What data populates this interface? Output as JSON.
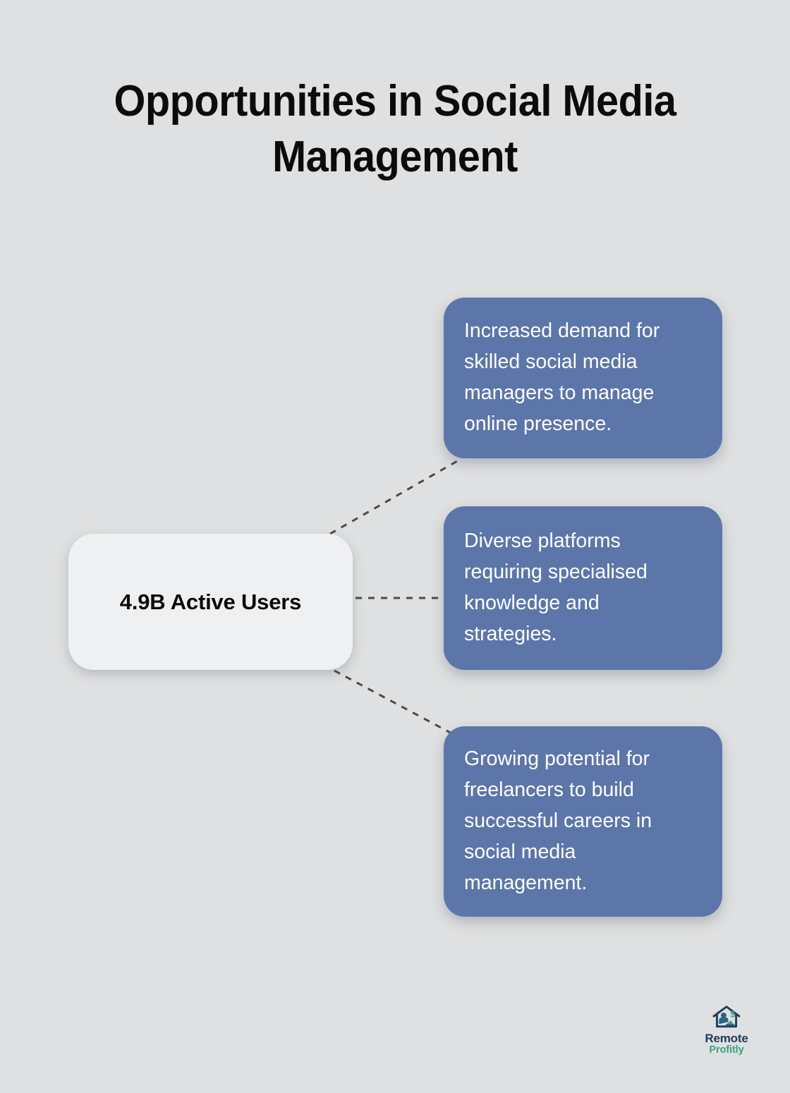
{
  "page": {
    "title_line_1": "Opportunities in Social Media",
    "title_line_2": "Management",
    "background_color": "#dfe0e1"
  },
  "center_node": {
    "label": "4.9B Active Users",
    "background_color": "#eff0f2",
    "text_color": "#0a0a0a"
  },
  "branches": [
    {
      "text": "Increased demand for skilled social media managers to manage online presence.",
      "background_color": "#5d76a9",
      "text_color": "#ffffff"
    },
    {
      "text": "Diverse platforms requiring specialised knowledge and strategies.",
      "background_color": "#5d76a9",
      "text_color": "#ffffff"
    },
    {
      "text": "Growing potential for freelancers to build successful careers in social media management.",
      "background_color": "#5d76a9",
      "text_color": "#ffffff"
    }
  ],
  "connectors": {
    "style": "dashed",
    "color": "#4a4a4a",
    "width": 3
  },
  "logo": {
    "icon": "house-laptop-dollar-icon",
    "word_primary": "Remote",
    "word_secondary": "Profitly",
    "primary_color": "#1d3b5c",
    "secondary_color": "#3aa184"
  }
}
